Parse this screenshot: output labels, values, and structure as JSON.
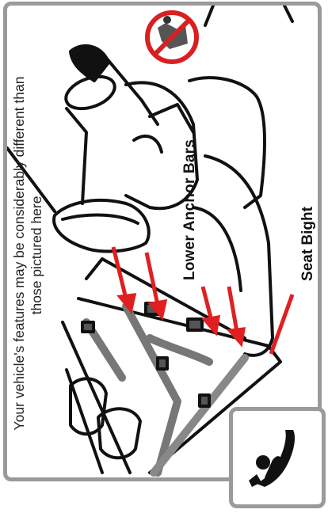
{
  "notice": {
    "line1": "Your vehicle's features may be considerably different than",
    "line2": "those pictured here."
  },
  "labels": {
    "lower_anchor_bars": "Lower Anchor Bars",
    "seat_bight": "Seat Bight"
  },
  "icons": {
    "prohibition": "no-car-seat-icon",
    "badge": "child-seat-icon"
  },
  "colors": {
    "arrow": "#e02020",
    "prohibition": "#d92020",
    "frame": "#9a9a9a"
  }
}
